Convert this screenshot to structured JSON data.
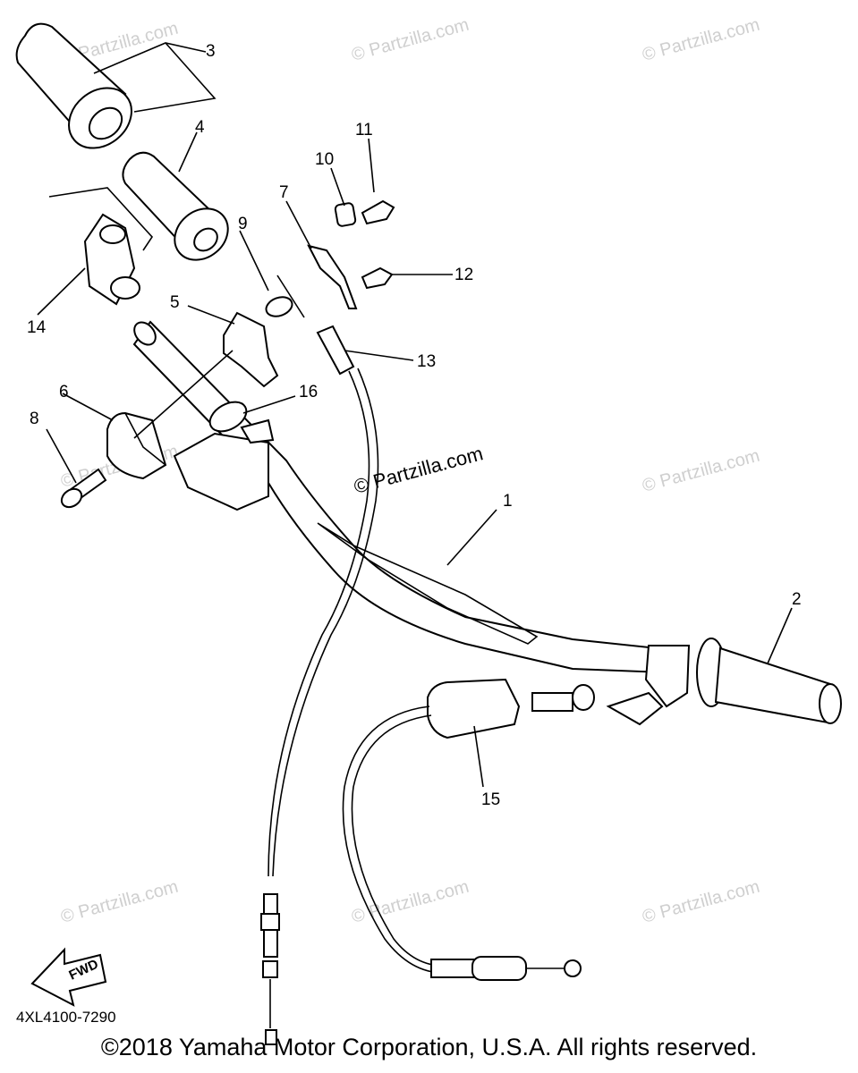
{
  "diagram": {
    "labels": [
      "1",
      "2",
      "3",
      "4",
      "5",
      "6",
      "7",
      "8",
      "9",
      "10",
      "11",
      "12",
      "13",
      "14",
      "15",
      "16"
    ],
    "fwd_label": "FWD",
    "diagram_code": "4XL4100-7290",
    "watermark": "© Partzilla.com",
    "copyright": "©2018 Yamaha Motor Corporation, U.S.A. All rights reserved."
  }
}
